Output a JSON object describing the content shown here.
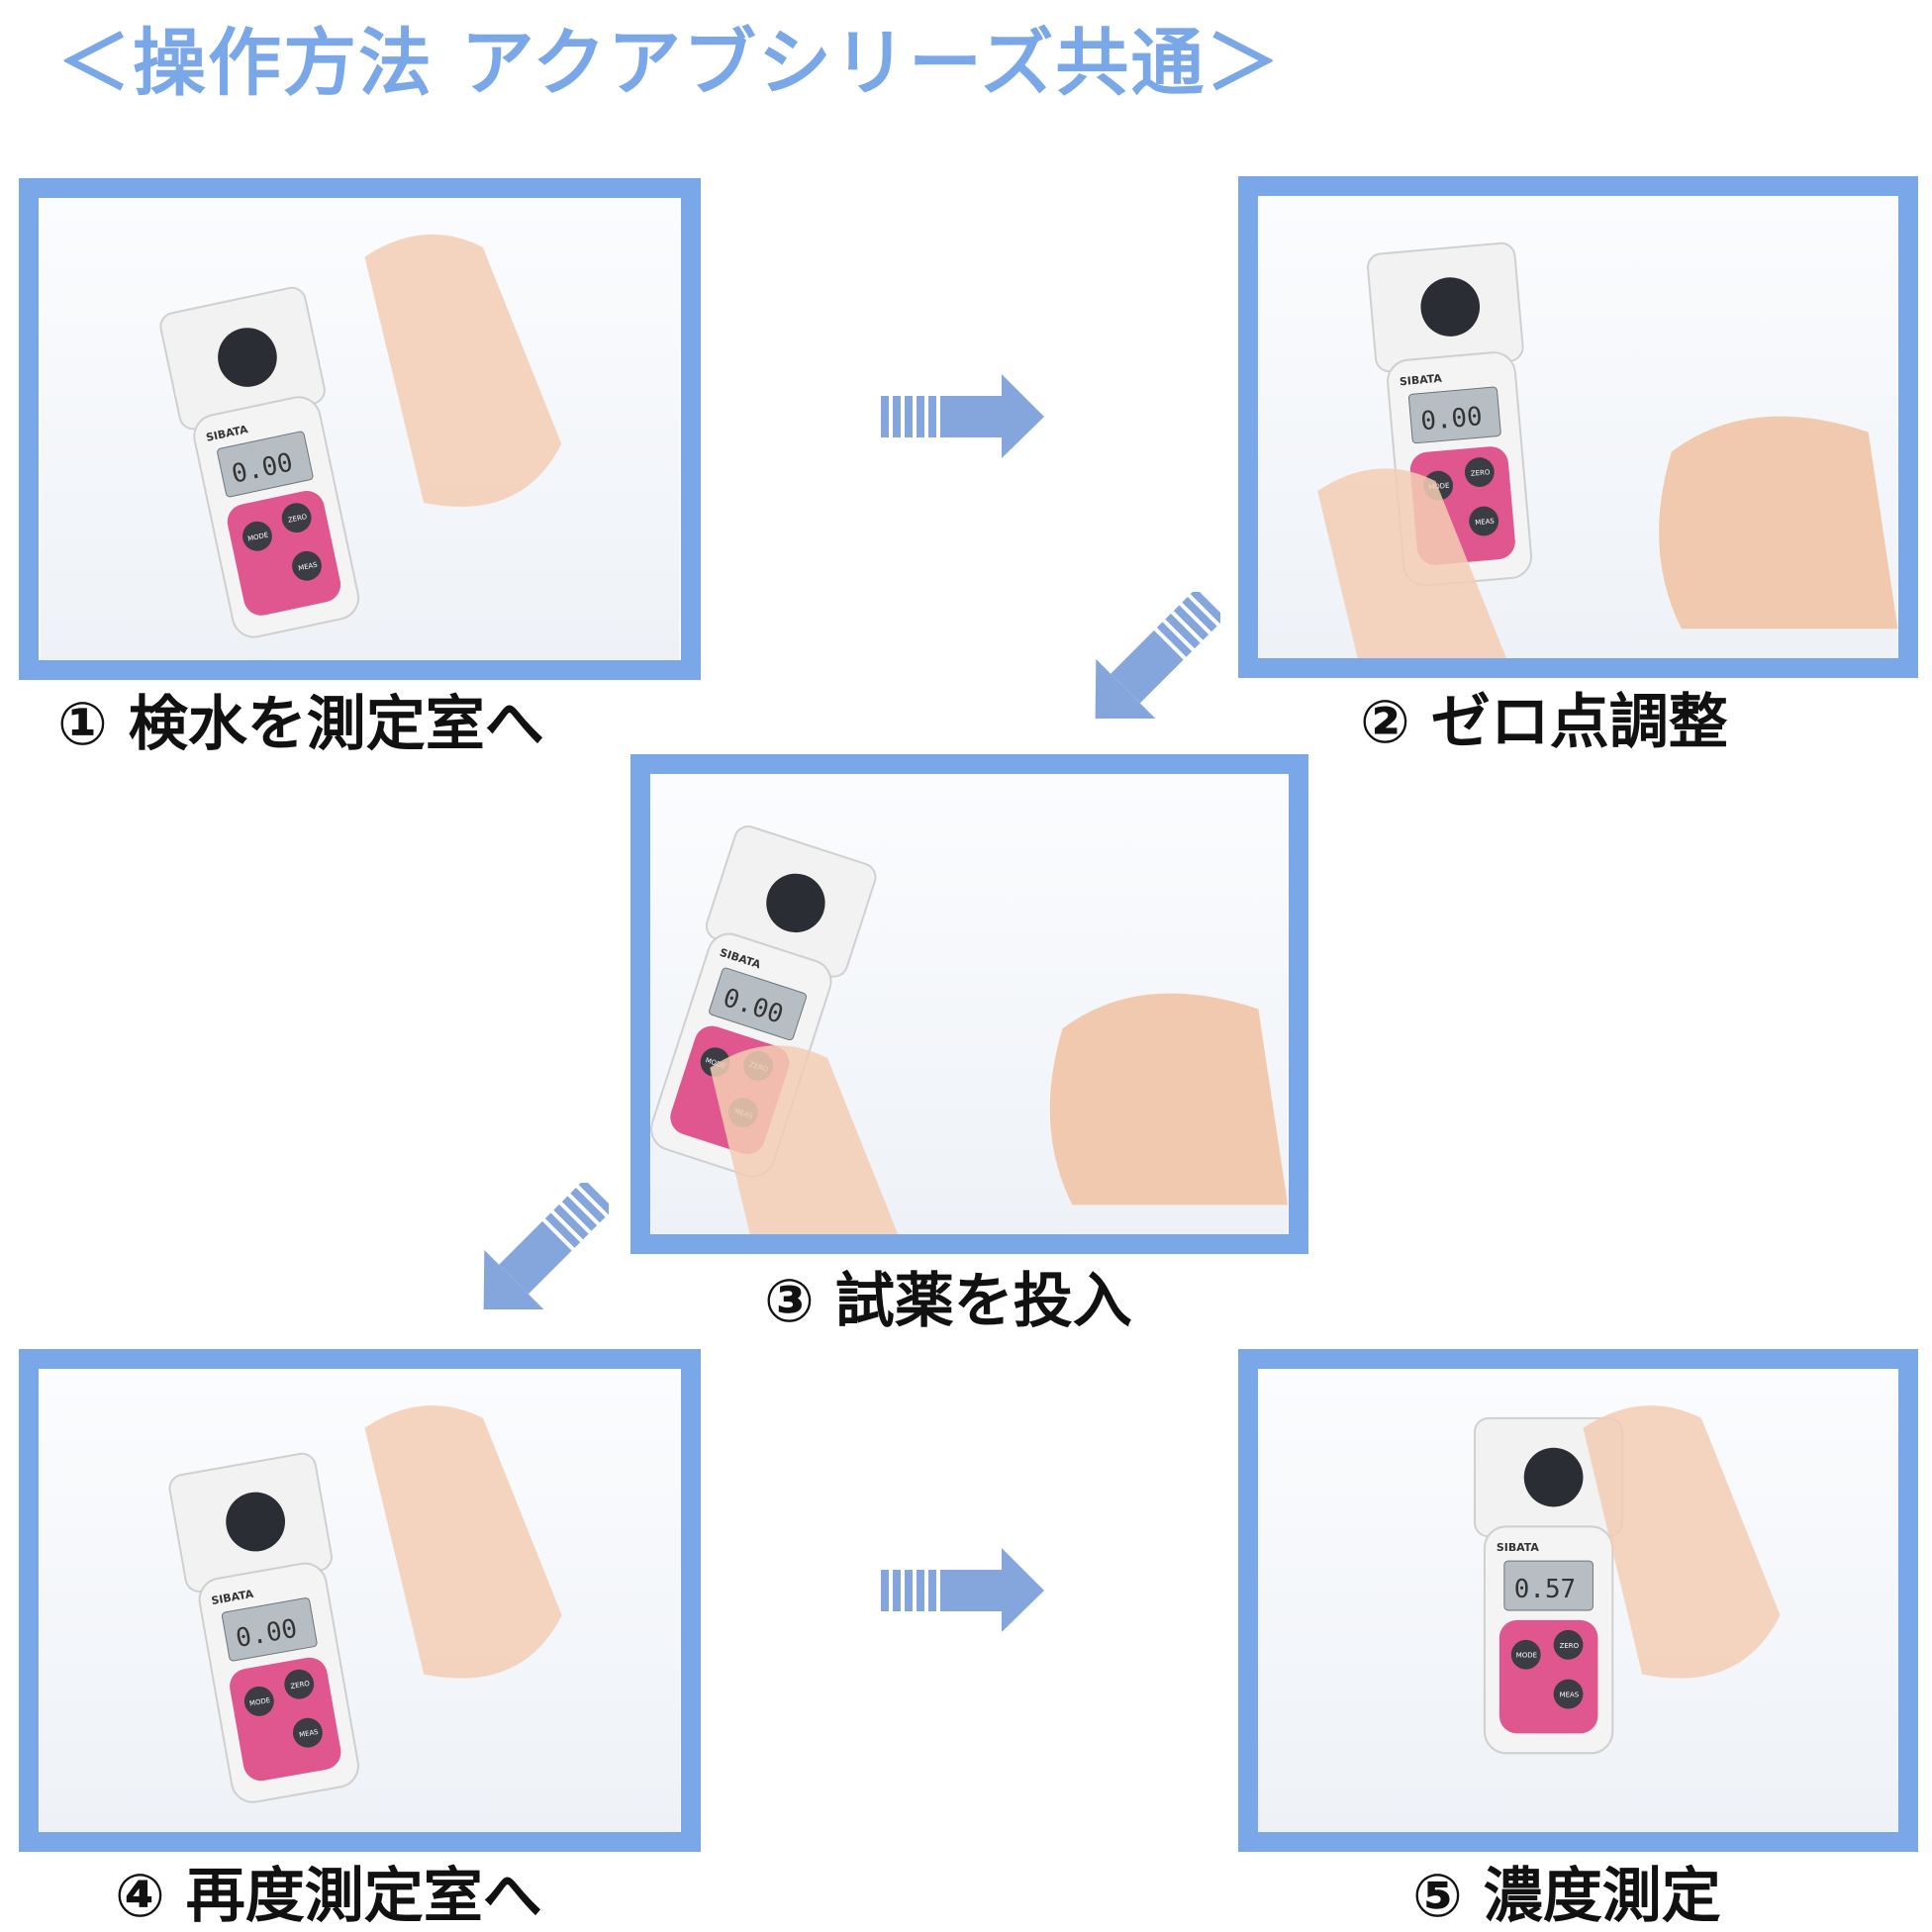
{
  "title": "＜操作方法 アクアブシリーズ共通＞",
  "colors": {
    "accent": "#7aa7e8",
    "arrow": "#85a6dc",
    "device_pad": "#e0568f"
  },
  "device": {
    "brand": "SIBATA",
    "buttons": [
      "MODE",
      "ZERO",
      "MEAS"
    ]
  },
  "steps": [
    {
      "label": "① 検水を測定室へ",
      "display": "0.00"
    },
    {
      "label": "② ゼロ点調整",
      "display": "0.00"
    },
    {
      "label": "③ 試薬を投入",
      "display": "0.00"
    },
    {
      "label": "④ 再度測定室へ",
      "display": "0.00"
    },
    {
      "label": "⑤ 濃度測定",
      "display": "0.57"
    }
  ]
}
